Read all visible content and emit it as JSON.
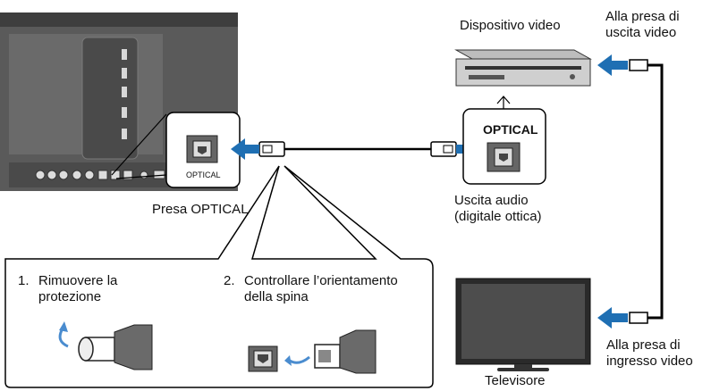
{
  "labels": {
    "video_device": "Dispositivo video",
    "to_video_out_1": "Alla presa di",
    "to_video_out_2": "uscita video",
    "optical_jack_label": "OPTICAL",
    "optical_port_label": "OPTICAL",
    "optical_jack_caption": "Presa OPTICAL",
    "audio_out_1": "Uscita audio",
    "audio_out_2": "(digitale ottica)",
    "to_video_in_1": "Alla presa di",
    "to_video_in_2": "ingresso video",
    "tv": "Televisore"
  },
  "steps": [
    {
      "num": "1.",
      "line1": "Rimuovere la",
      "line2": "protezione"
    },
    {
      "num": "2.",
      "line1": "Controllare l’orientamento",
      "line2": "della spina"
    }
  ],
  "colors": {
    "arrow": "#1f6fb3",
    "cable": "#000000",
    "device": "#555555"
  }
}
